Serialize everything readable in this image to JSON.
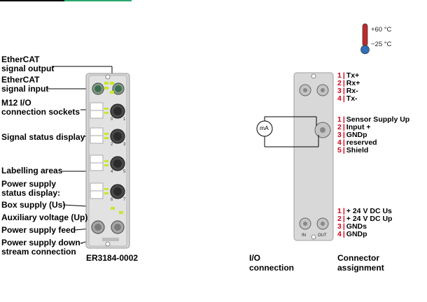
{
  "thermometer": {
    "max": "+60 °C",
    "min": "−25 °C"
  },
  "device_labels": [
    {
      "id": "ethercat-out",
      "lines": [
        "EtherCAT",
        "signal output"
      ]
    },
    {
      "id": "ethercat-in",
      "lines": [
        "EtherCAT",
        "signal input"
      ]
    },
    {
      "id": "m12-io",
      "lines": [
        "M12 I/O",
        "connection sockets"
      ]
    },
    {
      "id": "signal-status",
      "lines": [
        "Signal status display"
      ]
    },
    {
      "id": "labelling",
      "lines": [
        "Labelling areas"
      ]
    },
    {
      "id": "power-status",
      "lines": [
        "Power supply",
        "status display:"
      ]
    },
    {
      "id": "box-supply",
      "lines": [
        "Box supply (Us)"
      ]
    },
    {
      "id": "aux-voltage",
      "lines": [
        "Auxiliary voltage (Up)"
      ]
    },
    {
      "id": "power-feed",
      "lines": [
        "Power supply feed"
      ]
    },
    {
      "id": "power-down",
      "lines": [
        "Power supply down-",
        "stream connection"
      ]
    }
  ],
  "model": "ER3184-0002",
  "ethercat_pins": [
    {
      "num": "1",
      "label": "Tx+"
    },
    {
      "num": "2",
      "label": "Rx+"
    },
    {
      "num": "3",
      "label": "Rx-"
    },
    {
      "num": "4",
      "label": "Tx-"
    }
  ],
  "io_pins": [
    {
      "num": "1",
      "label": "Sensor Supply Up"
    },
    {
      "num": "2",
      "label": "Input +"
    },
    {
      "num": "3",
      "label": "GNDp"
    },
    {
      "num": "4",
      "label": "reserved"
    },
    {
      "num": "5",
      "label": "Shield"
    }
  ],
  "power_pins": [
    {
      "num": "1",
      "label": "+ 24 V DC Us"
    },
    {
      "num": "2",
      "label": "+ 24 V DC Up"
    },
    {
      "num": "3",
      "label": "GNDs"
    },
    {
      "num": "4",
      "label": "GNDp"
    }
  ],
  "meter_label": "mA",
  "connector_in": "IN",
  "connector_out": "OUT",
  "channel_numbers": [
    "0",
    "1",
    "2",
    "3",
    "4",
    "5",
    "6",
    "7"
  ],
  "captions": {
    "io": [
      "I/O",
      "connection"
    ],
    "assign": [
      "Connector",
      "assignment"
    ]
  },
  "colors": {
    "led": "#c8e62a",
    "pin_number": "#d0021b",
    "housing": "#d5d5d5",
    "thermo_red": "#c0282b",
    "thermo_blue": "#2f6fb8"
  }
}
